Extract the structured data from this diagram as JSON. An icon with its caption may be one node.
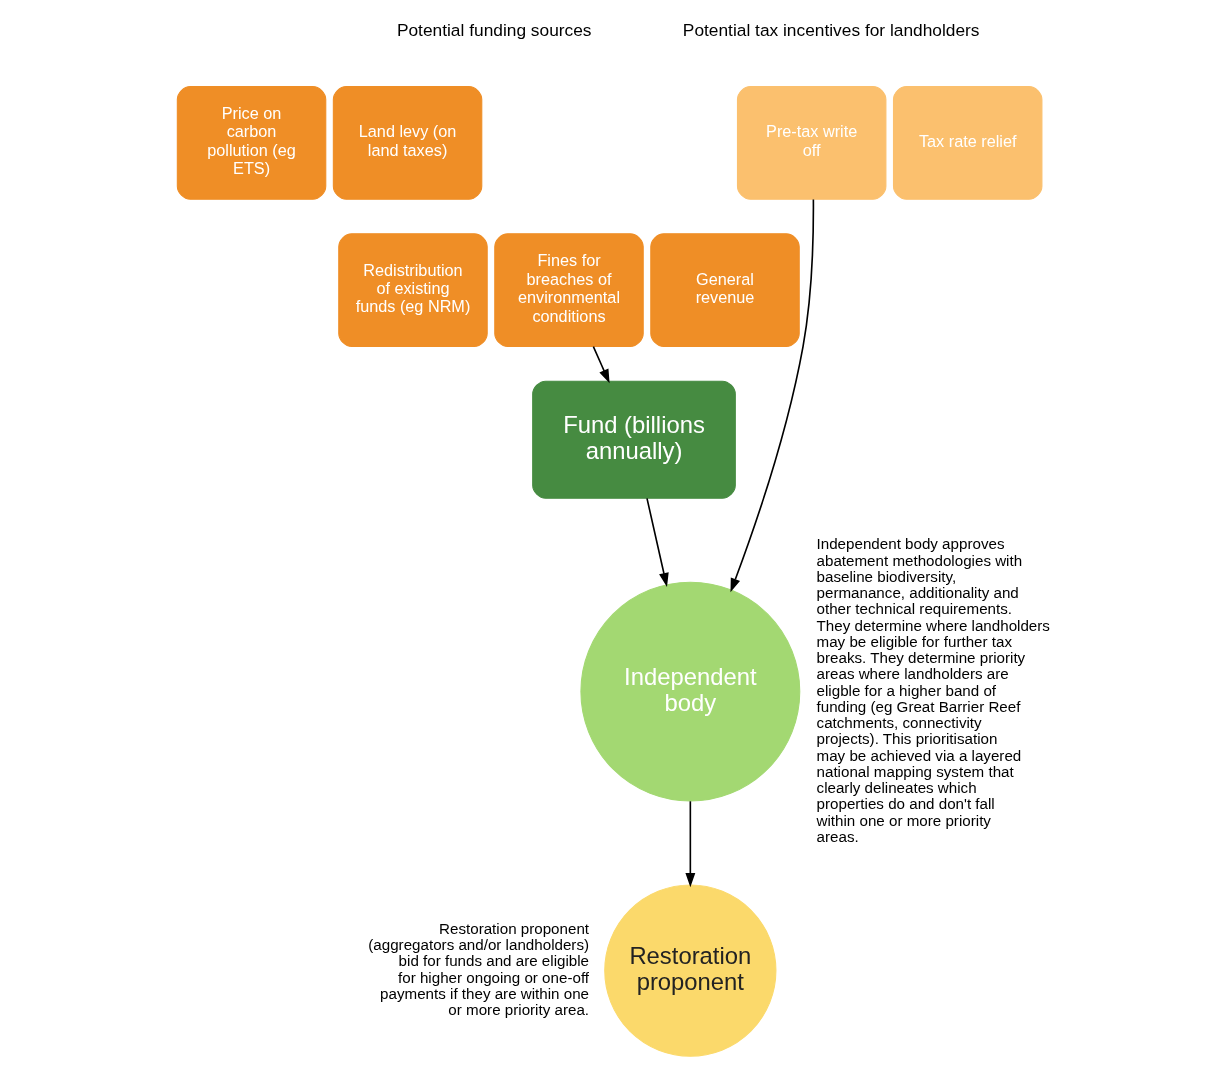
{
  "diagram": {
    "nodes": [
      {
        "text": [
          "Price on carbon pollution (eg ETS)"
        ]
      },
      {
        "text": [
          "Land levy (on land taxes)"
        ]
      },
      {
        "text": [
          "Redistribution of existing funds (eg NRM)"
        ]
      },
      {
        "text": [
          "Fines for breaches of environmental conditions"
        ]
      },
      {
        "text": [
          "General revenue"
        ]
      },
      {
        "text": [
          "Pre-tax write off"
        ]
      },
      {
        "text": [
          "Tax rate relief"
        ]
      },
      {
        "text": [
          "Fund (billions annually)"
        ]
      },
      {
        "text": [
          "Independent body"
        ],
        "beside": [
          "Independent body approves abatement methodologies with baseline biodiversity, permanance, additionality and other technical requirements. They determine where landholders may be eligible for further tax breaks. They determine priority areas where landholders are eligble for a higher band of funding (eg Great Barrier Reef catchments, connectivity projects). This prioritisation may be achieved via a layered national mapping system that clearly delineates which properties do and don't fall within one or more priority areas."
        ]
      },
      {
        "text": [
          "Restoration proponent"
        ],
        "beside": [
          "Restoration proponent (aggregators and/or landholders) bid for funds and are eligible for higher ongoing or one-off payments if they are within one or more priority area."
        ]
      }
    ],
    "edges": [
      {
        "from": 3,
        "to": 7,
        "arrow": "to"
      },
      {
        "from": 7,
        "to": 8,
        "arrow": "to"
      },
      {
        "from": 5,
        "to": 8,
        "arrow": "to"
      },
      {
        "from": 8,
        "to": 9,
        "arrow": "to"
      }
    ],
    "labels": [
      "Potential funding sources",
      "Potential tax incentives for landholders"
    ]
  }
}
